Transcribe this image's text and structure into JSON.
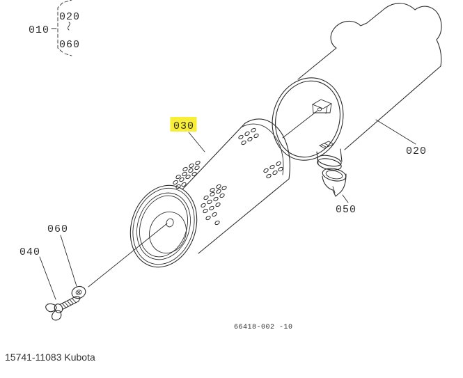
{
  "colors": {
    "line": "#2a2a2a",
    "highlight": "#f7ee35",
    "label_text": "#2e2e2e",
    "footer_text": "#333333"
  },
  "legend": {
    "assembly_ref": "010",
    "range_start": "020",
    "range_end": "060"
  },
  "callouts": {
    "element": "030",
    "body": "020",
    "evacuator_valve": "050",
    "wing_bolt": "040",
    "washer": "060"
  },
  "drawing_number": "66418-002 -10",
  "footer": "15741-11083 Kubota"
}
